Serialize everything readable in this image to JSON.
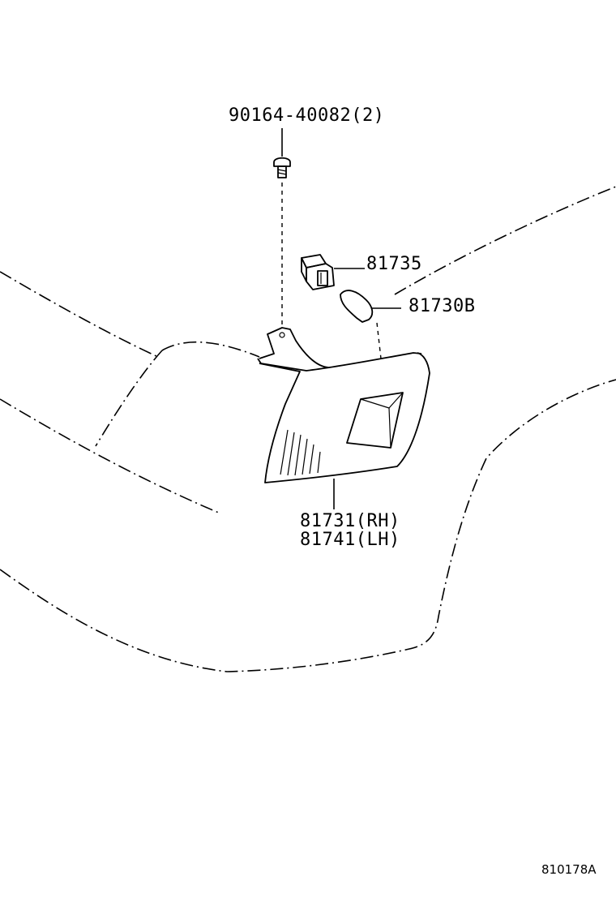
{
  "parts": {
    "screw": {
      "label": "90164-40082(2)"
    },
    "socket": {
      "label": "81735"
    },
    "bulb": {
      "label": "81730B"
    },
    "lamp_rh": {
      "label": "81731(RH)"
    },
    "lamp_lh": {
      "label": "81741(LH)"
    }
  },
  "diagram_code": "810178A"
}
